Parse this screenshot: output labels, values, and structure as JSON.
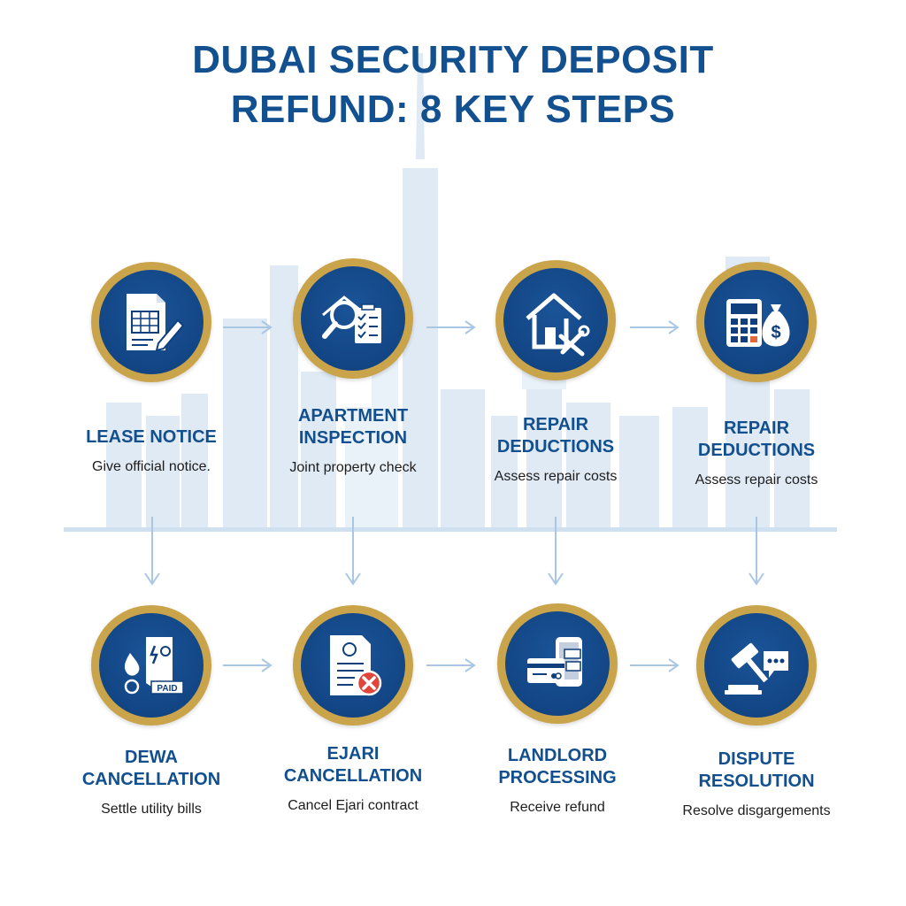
{
  "title": {
    "line1": "DUBAI SECURITY DEPOSIT",
    "line2": "REFUND: 8 KEY STEPS"
  },
  "steps": [
    {
      "title": "LEASE NOTICE",
      "description": "Give official notice.",
      "icon": "lease-document-pen-icon"
    },
    {
      "title": "APARTMENT INSPECTION",
      "description": "Joint property check",
      "icon": "inspection-magnifier-checklist-icon"
    },
    {
      "title": "REPAIR DEDUCTIONS",
      "description": "Assess repair costs",
      "icon": "house-repair-tools-icon"
    },
    {
      "title": "REPAIR DEDUCTIONS",
      "description": "Assess repair costs",
      "icon": "calculator-money-bag-icon"
    },
    {
      "title": "DEWA CANCELLATION",
      "description": "Settle utility bills",
      "icon": "utility-bill-paid-icon",
      "badge_text": "PAID"
    },
    {
      "title": "EJARI CANCELLATION",
      "description": "Cancel Ejari contract",
      "icon": "contract-cancel-icon"
    },
    {
      "title": "LANDLORD PROCESSING",
      "description": "Receive refund",
      "icon": "card-phone-refund-icon"
    },
    {
      "title": "DISPUTE RESOLUTION",
      "description": "Resolve disgargements",
      "icon": "gavel-speech-bubble-icon"
    }
  ],
  "colors": {
    "primary_blue": "#12508f",
    "badge_blue": "#0f3f7c",
    "gold": "#c9a44a",
    "skyline": "#dce9f5",
    "arrow": "#a9c7e3"
  }
}
